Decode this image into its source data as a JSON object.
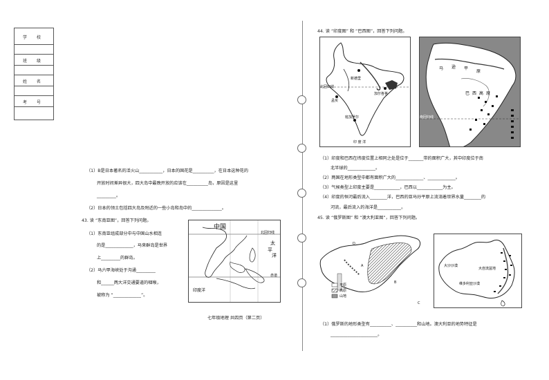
{
  "info_table": {
    "labels": [
      "学 校",
      "班 级",
      "姓 名",
      "考 号"
    ]
  },
  "left": {
    "q42_1_line1": "（1）B是日本著名的活火山___________，日本的国花是__________，在日本这种花的",
    "q42_1_line2": "开放时间差异很大，四大岛中最晚开放的应该在__________岛，原因是这里",
    "q42_1_line3": "_________。",
    "q42_2": "（2）日本的领土包括四大岛及附近的一些小岛和岛中的______________。",
    "q43_title": "43. 读 “东南亚图”，回答下列问题。",
    "q43_1_line1": "（1）东南亚组成部分中与中国山水相连",
    "q43_1_line2": "的是_____________，马来群岛是世界",
    "q43_1_line3": "上_________的群岛。",
    "q43_2_line1": "（2）马六甲海峡处于沟通_________",
    "q43_2_line2": "和______两大洋交通要道的咽喉，",
    "q43_2_line3": "被称为 “_____________”。",
    "footer": "七年级地理  共四页（第二页）"
  },
  "right": {
    "q44_title": "44. 读 “印度图” 和 “巴西图”，回答下列问题。",
    "q44_1_line1": "（1）印度和巴西在纬度位置上相同之处是位于_______带的面积广大，其中印度位于南",
    "q44_1_line2": "北半球的_____________。",
    "q44_2": "（2）两国在地形类型中都有面积广大的_____________、_____________。",
    "q44_3": "（3）气候类型上印度主要是____________，巴西以____________为主。",
    "q44_4_line1": "（4）印度的恒河最后流入________洋，巴西的亚马孙平原上流淌着世界水量________的",
    "q44_4_line2": "河流，最后流入的海洋是___________。",
    "q45_title": "45. 读 “俄罗斯图” 和 “澳大利亚图”，回答下列问题。",
    "q45_1_line1": "（1）俄罗斯的地形类型有__________、__________和山地。澳大利亚的地势特征是",
    "q45_1_line2": "______________________。"
  },
  "maps": {
    "sea_asia": {
      "china": "中国",
      "taiwan": "北回归线",
      "pacific_1": "太",
      "pacific_2": "平",
      "pacific_3": "洋",
      "equator": "赤道",
      "indian": "印度洋"
    },
    "india": {
      "newdelhi": "新德里",
      "kolkata": "加尔各答",
      "mumbai": "孟买",
      "bangalore": "班加罗尔",
      "tropic": "北回归线",
      "ocean": "印 度 洋"
    },
    "brazil": {
      "plain_1": "马",
      "plain_2": "逊",
      "plain_3": "平",
      "plain_4": "原",
      "plateau_1": "巴",
      "plateau_2": "西",
      "plateau_3": "高",
      "plateau_4": "原",
      "line": "南回归线"
    },
    "russia": {
      "d": "D",
      "a": "A",
      "b": "B",
      "c": "C",
      "legend_1": "平原",
      "legend_2": "高原",
      "legend_3": "山地"
    },
    "australia": {
      "desert": "大沙沙漠",
      "desert2": "维多利亚沙漠",
      "basin": "大自流盆地"
    }
  }
}
